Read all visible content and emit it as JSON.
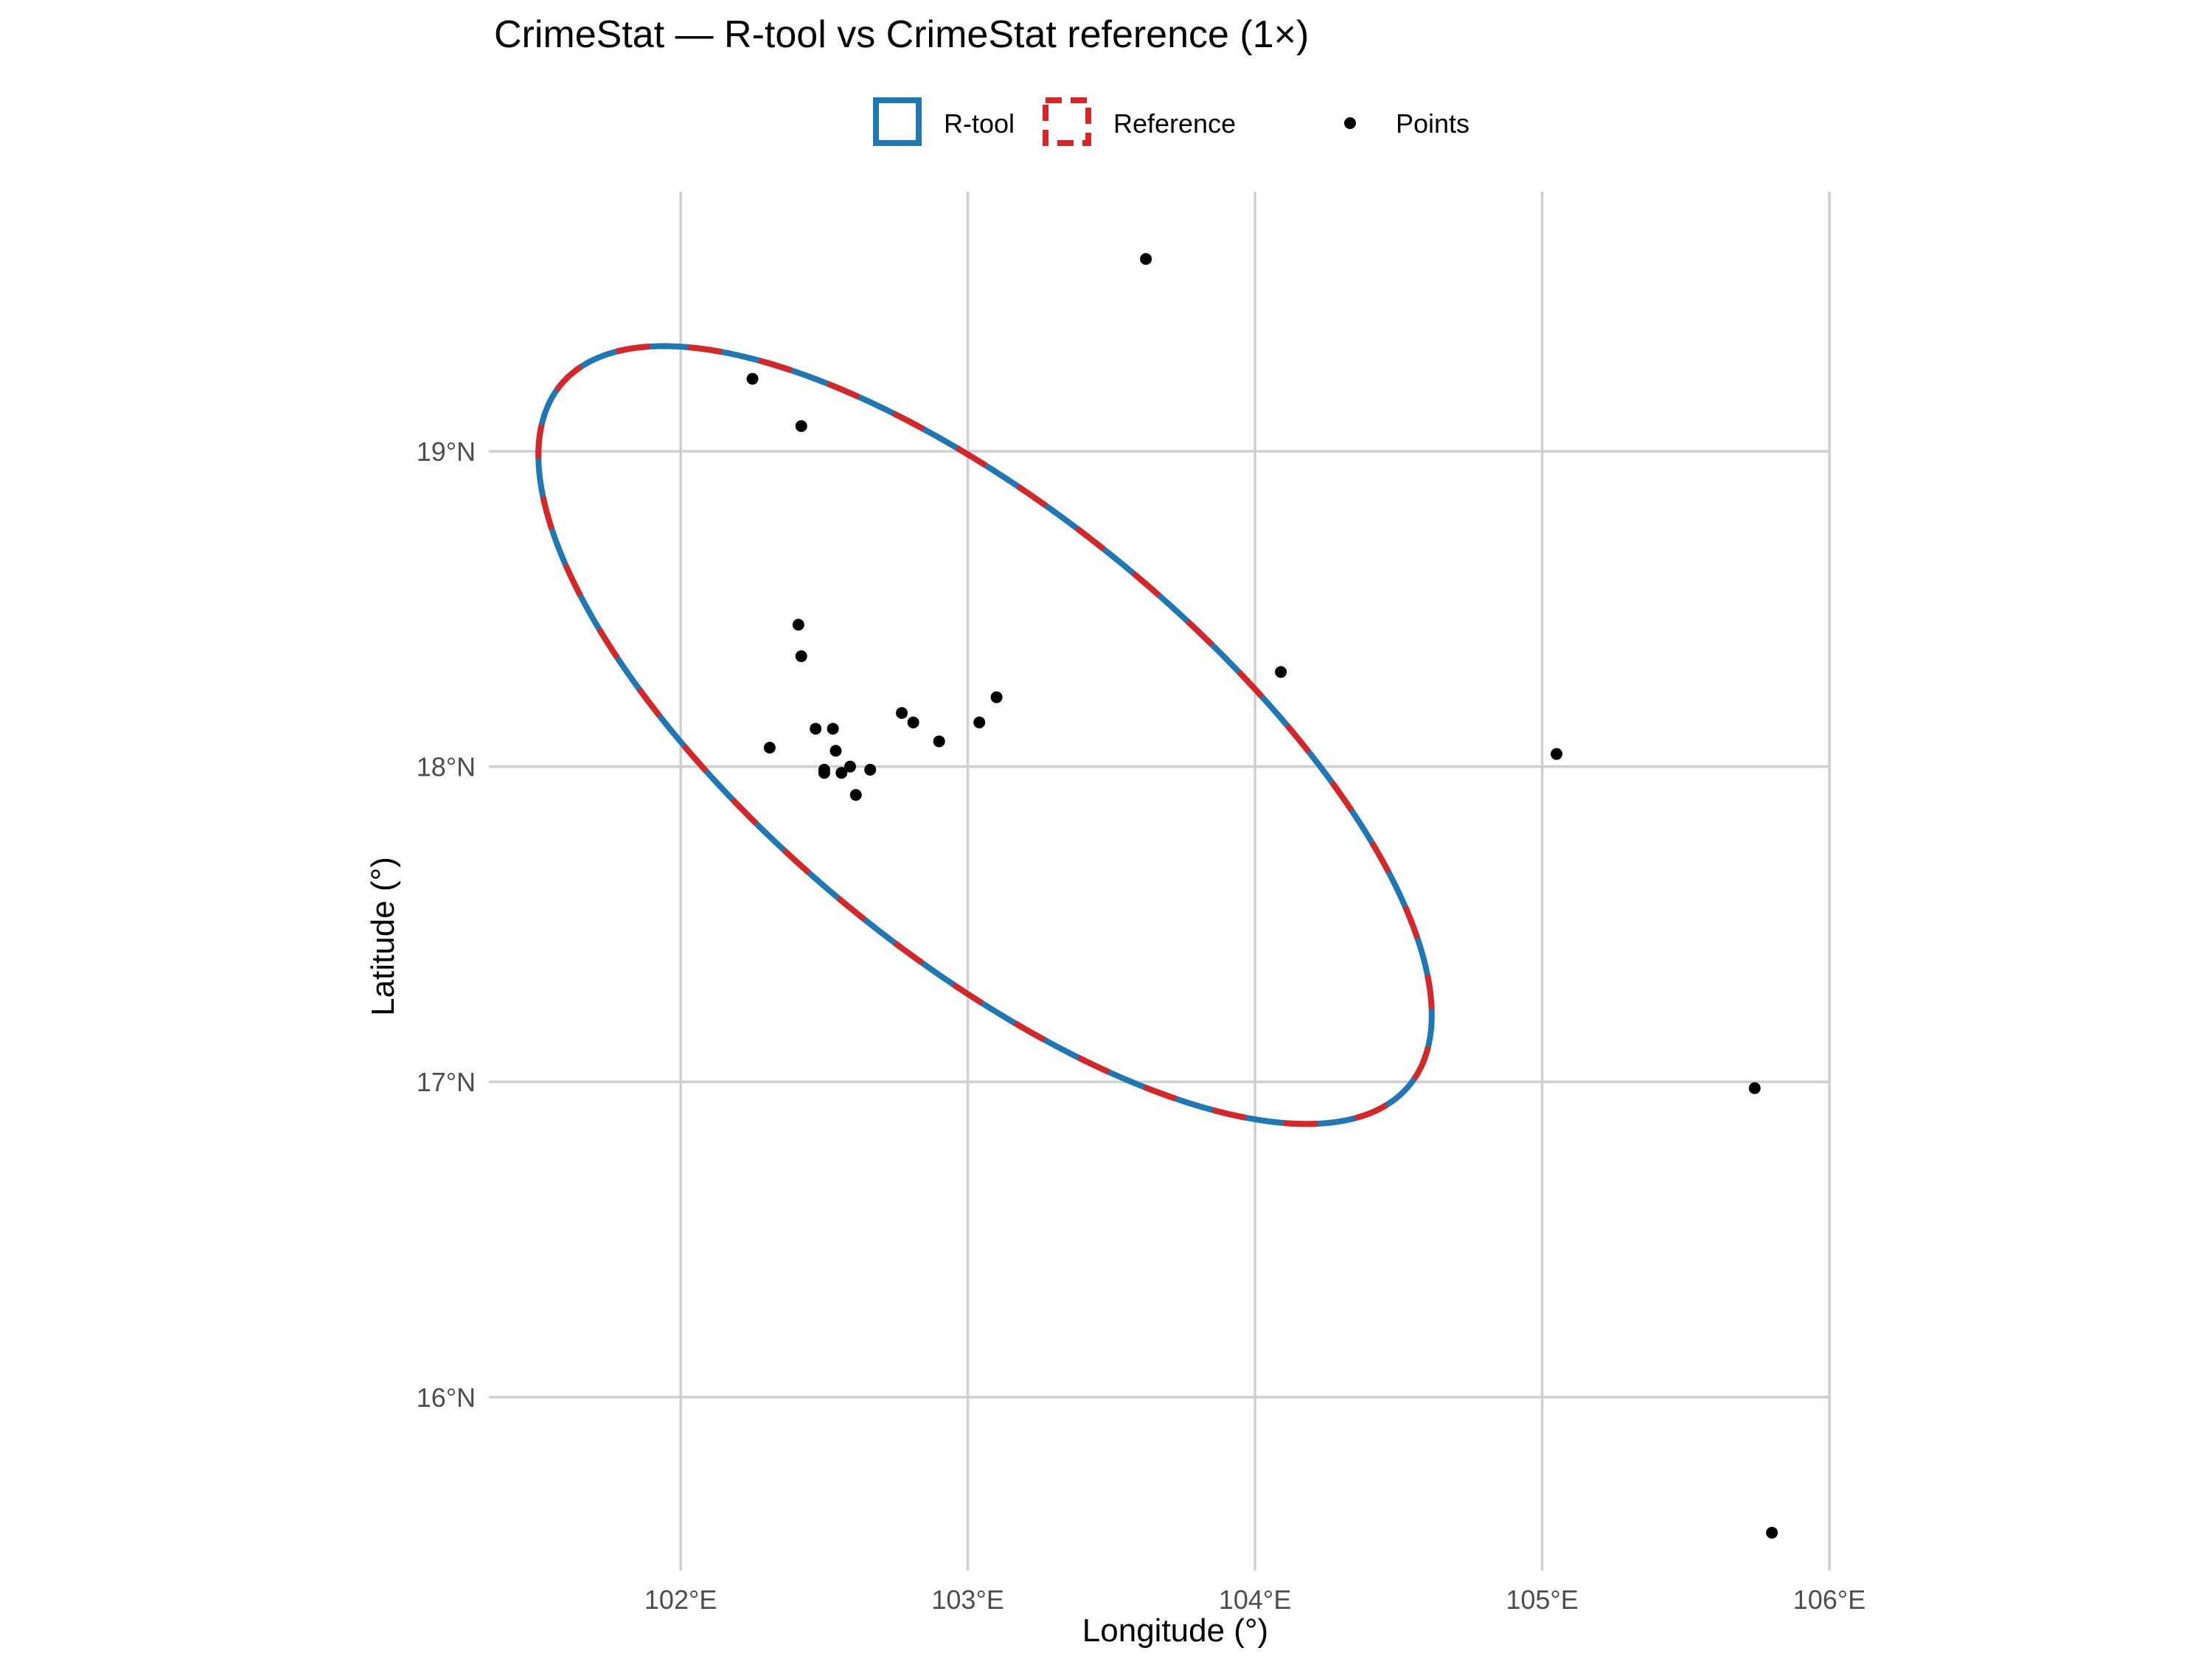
{
  "chart_data": {
    "type": "scatter",
    "title": "CrimeStat — R-tool vs CrimeStat reference (1×)",
    "xlabel": "Longitude (°)",
    "ylabel": "Latitude (°)",
    "xlim": [
      101.35,
      106.1
    ],
    "ylim": [
      15.45,
      19.8
    ],
    "x_ticks": [
      102,
      103,
      104,
      105,
      106
    ],
    "y_ticks": [
      16,
      17,
      18,
      19
    ],
    "x_tick_labels": [
      "102°E",
      "103°E",
      "104°E",
      "105°E",
      "106°E"
    ],
    "y_tick_labels": [
      "16°N",
      "17°N",
      "18°N",
      "19°N"
    ],
    "grid": true,
    "legend_position": "top",
    "legend": [
      {
        "key": "rtool",
        "label": "R-tool"
      },
      {
        "key": "reference",
        "label": "Reference"
      },
      {
        "key": "points",
        "label": "Points"
      }
    ],
    "ellipses": [
      {
        "name": "R-tool",
        "style": "solid",
        "color": "#1f77b4",
        "center": [
          103.06,
          18.1
        ],
        "semi_axis_major_deg": 1.85,
        "semi_axis_minor_deg": 0.72,
        "rotation_deg": 36
      },
      {
        "name": "Reference",
        "style": "dashed",
        "color": "#d62728",
        "center": [
          103.06,
          18.1
        ],
        "semi_axis_major_deg": 1.85,
        "semi_axis_minor_deg": 0.72,
        "rotation_deg": 36
      }
    ],
    "points": [
      {
        "x": 103.62,
        "y": 19.61
      },
      {
        "x": 102.25,
        "y": 19.23
      },
      {
        "x": 102.42,
        "y": 19.08
      },
      {
        "x": 102.41,
        "y": 18.45
      },
      {
        "x": 102.42,
        "y": 18.35
      },
      {
        "x": 104.09,
        "y": 18.3
      },
      {
        "x": 103.1,
        "y": 18.22
      },
      {
        "x": 102.77,
        "y": 18.17
      },
      {
        "x": 102.81,
        "y": 18.14
      },
      {
        "x": 103.04,
        "y": 18.14
      },
      {
        "x": 102.47,
        "y": 18.12
      },
      {
        "x": 102.53,
        "y": 18.12
      },
      {
        "x": 102.9,
        "y": 18.08
      },
      {
        "x": 102.31,
        "y": 18.06
      },
      {
        "x": 102.54,
        "y": 18.05
      },
      {
        "x": 105.05,
        "y": 18.04
      },
      {
        "x": 102.59,
        "y": 18.0
      },
      {
        "x": 102.66,
        "y": 17.99
      },
      {
        "x": 102.5,
        "y": 17.99
      },
      {
        "x": 102.56,
        "y": 17.98
      },
      {
        "x": 102.5,
        "y": 17.98
      },
      {
        "x": 102.61,
        "y": 17.91
      },
      {
        "x": 105.74,
        "y": 16.98
      },
      {
        "x": 105.8,
        "y": 15.57
      }
    ],
    "points_color": "#000000"
  }
}
